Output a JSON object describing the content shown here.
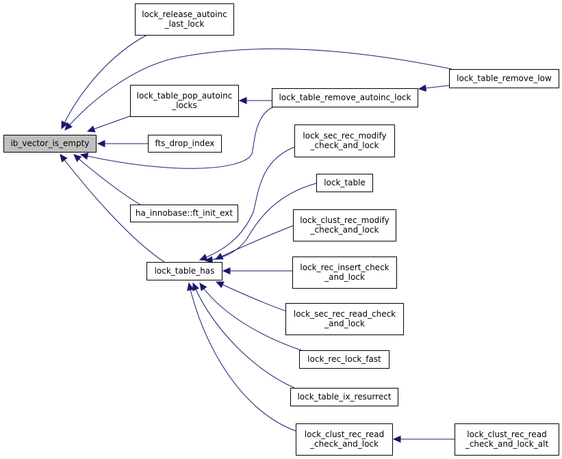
{
  "nodes": [
    {
      "id": "ib_vector_is_empty",
      "lines": [
        "ib_vector_is_empty"
      ],
      "root": true
    },
    {
      "id": "lock_release_autoinc_last_lock",
      "lines": [
        "lock_release_autoinc",
        "_last_lock"
      ]
    },
    {
      "id": "lock_table_pop_autoinc_locks",
      "lines": [
        "lock_table_pop_autoinc",
        "_locks"
      ]
    },
    {
      "id": "fts_drop_index",
      "lines": [
        "fts_drop_index"
      ]
    },
    {
      "id": "ha_innobase_ft_init_ext",
      "lines": [
        "ha_innobase::ft_init_ext"
      ]
    },
    {
      "id": "lock_table_has",
      "lines": [
        "lock_table_has"
      ]
    },
    {
      "id": "lock_table_remove_autoinc_lock",
      "lines": [
        "lock_table_remove_autoinc_lock"
      ]
    },
    {
      "id": "lock_table_remove_low",
      "lines": [
        "lock_table_remove_low"
      ]
    },
    {
      "id": "lock_sec_rec_modify_check_and_lock",
      "lines": [
        "lock_sec_rec_modify",
        "_check_and_lock"
      ]
    },
    {
      "id": "lock_table",
      "lines": [
        "lock_table"
      ]
    },
    {
      "id": "lock_clust_rec_modify_check_and_lock",
      "lines": [
        "lock_clust_rec_modify",
        "_check_and_lock"
      ]
    },
    {
      "id": "lock_rec_insert_check_and_lock",
      "lines": [
        "lock_rec_insert_check",
        "_and_lock"
      ]
    },
    {
      "id": "lock_sec_rec_read_check_and_lock",
      "lines": [
        "lock_sec_rec_read_check",
        "_and_lock"
      ]
    },
    {
      "id": "lock_rec_lock_fast",
      "lines": [
        "lock_rec_lock_fast"
      ]
    },
    {
      "id": "lock_table_ix_resurrect",
      "lines": [
        "lock_table_ix_resurrect"
      ]
    },
    {
      "id": "lock_clust_rec_read_check_and_lock",
      "lines": [
        "lock_clust_rec_read",
        "_check_and_lock"
      ]
    },
    {
      "id": "lock_clust_rec_read_check_and_lock_alt",
      "lines": [
        "lock_clust_rec_read",
        "_check_and_lock_alt"
      ]
    }
  ],
  "edges": [
    {
      "from": "lock_release_autoinc_last_lock",
      "to": "ib_vector_is_empty"
    },
    {
      "from": "lock_table_remove_low",
      "to": "ib_vector_is_empty"
    },
    {
      "from": "lock_table_pop_autoinc_locks",
      "to": "ib_vector_is_empty"
    },
    {
      "from": "fts_drop_index",
      "to": "ib_vector_is_empty"
    },
    {
      "from": "lock_table_remove_autoinc_lock",
      "to": "ib_vector_is_empty"
    },
    {
      "from": "ha_innobase_ft_init_ext",
      "to": "ib_vector_is_empty"
    },
    {
      "from": "lock_table_has",
      "to": "ib_vector_is_empty"
    },
    {
      "from": "lock_table_remove_autoinc_lock",
      "to": "lock_table_pop_autoinc_locks"
    },
    {
      "from": "lock_table_remove_low",
      "to": "lock_table_remove_autoinc_lock"
    },
    {
      "from": "lock_sec_rec_modify_check_and_lock",
      "to": "lock_table_has"
    },
    {
      "from": "lock_table",
      "to": "lock_table_has"
    },
    {
      "from": "lock_clust_rec_modify_check_and_lock",
      "to": "lock_table_has"
    },
    {
      "from": "lock_rec_insert_check_and_lock",
      "to": "lock_table_has"
    },
    {
      "from": "lock_sec_rec_read_check_and_lock",
      "to": "lock_table_has"
    },
    {
      "from": "lock_rec_lock_fast",
      "to": "lock_table_has"
    },
    {
      "from": "lock_table_ix_resurrect",
      "to": "lock_table_has"
    },
    {
      "from": "lock_clust_rec_read_check_and_lock",
      "to": "lock_table_has"
    },
    {
      "from": "lock_clust_rec_read_check_and_lock_alt",
      "to": "lock_clust_rec_read_check_and_lock"
    }
  ],
  "colors": {
    "edge": "#191970",
    "node_border": "#000000",
    "node_fill": "#ffffff",
    "root_fill": "#bfbfbf"
  }
}
